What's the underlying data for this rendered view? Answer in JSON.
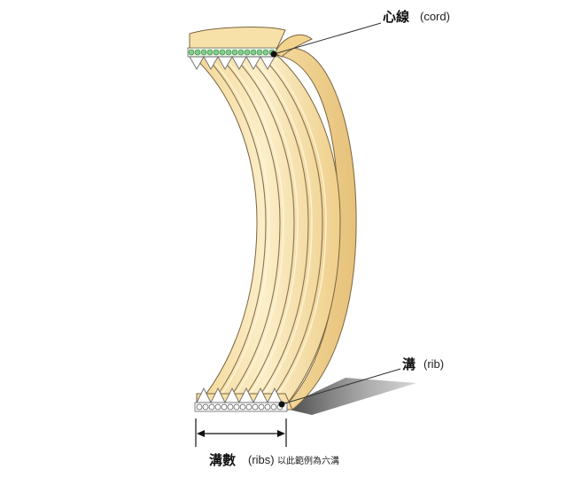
{
  "labels": {
    "cord_zh": "心線",
    "cord_en": "(cord)",
    "rib_zh": "溝",
    "rib_en": "(rib)",
    "ribs_zh": "溝數",
    "ribs_en": "(ribs)",
    "ribs_note": "以此範例為六溝"
  },
  "colors": {
    "belt_face": "#f7e0a6",
    "belt_face_light": "#fbeec8",
    "belt_edge": "#e8c47e",
    "belt_outline": "#7a6440",
    "cord_green": "#7fd08a",
    "shadow": "#4a4a4a",
    "leader": "#333333"
  },
  "ribs_count": 6
}
